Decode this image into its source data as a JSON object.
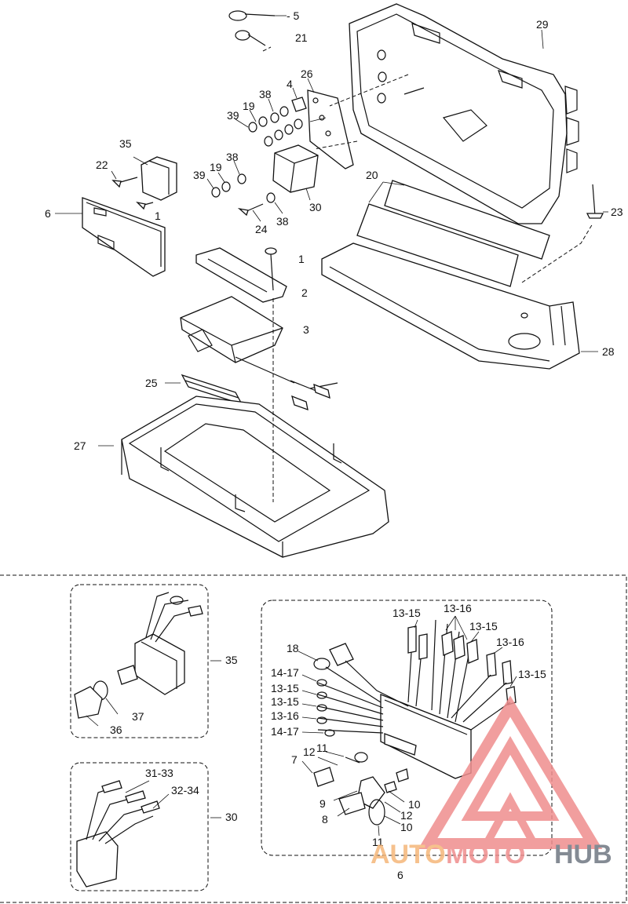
{
  "labels": {
    "l5": "- 5",
    "l21": "21",
    "l29": "29",
    "l26": "26",
    "l4": "4",
    "l38a": "38",
    "l19a": "19",
    "l39a": "39",
    "l35": "35",
    "l22": "22",
    "l1a": "1",
    "l38b": "38",
    "l19b": "19",
    "l39b": "39",
    "l20": "20",
    "l23": "23",
    "l30a": "30",
    "l24": "24",
    "l38c": "38",
    "l6a": "6",
    "l1b": "1",
    "l2": "2",
    "l3": "3",
    "l28": "28",
    "l25": "25",
    "l27": "27"
  },
  "inset_labels": {
    "i35": "35",
    "i37": "37",
    "i36": "36",
    "i31_33": "31-33",
    "i32_34": "32-34",
    "i30": "30",
    "i13_15a": "13-15",
    "i13_16a": "13-16",
    "i13_15b": "13-15",
    "i13_16b": "13-16",
    "i13_15c": "13-15",
    "i18": "18",
    "i14_17a": "14-17",
    "i13_15d": "13-15",
    "i13_15e": "13-15",
    "i13_16c": "13-16",
    "i14_17b": "14-17",
    "i11a": "11",
    "i7": "7",
    "i12a": "12",
    "i9": "9",
    "i10a": "10",
    "i12b": "12",
    "i8": "8",
    "i10b": "10",
    "i11b": "11",
    "i6": "6"
  },
  "watermark": {
    "part1": "AUTO",
    "part2": "MOTO",
    "part3": "HUB",
    "colors": {
      "auto": "#f5b77a",
      "moto": "#ef8e8e",
      "hub": "#6f7782"
    }
  }
}
